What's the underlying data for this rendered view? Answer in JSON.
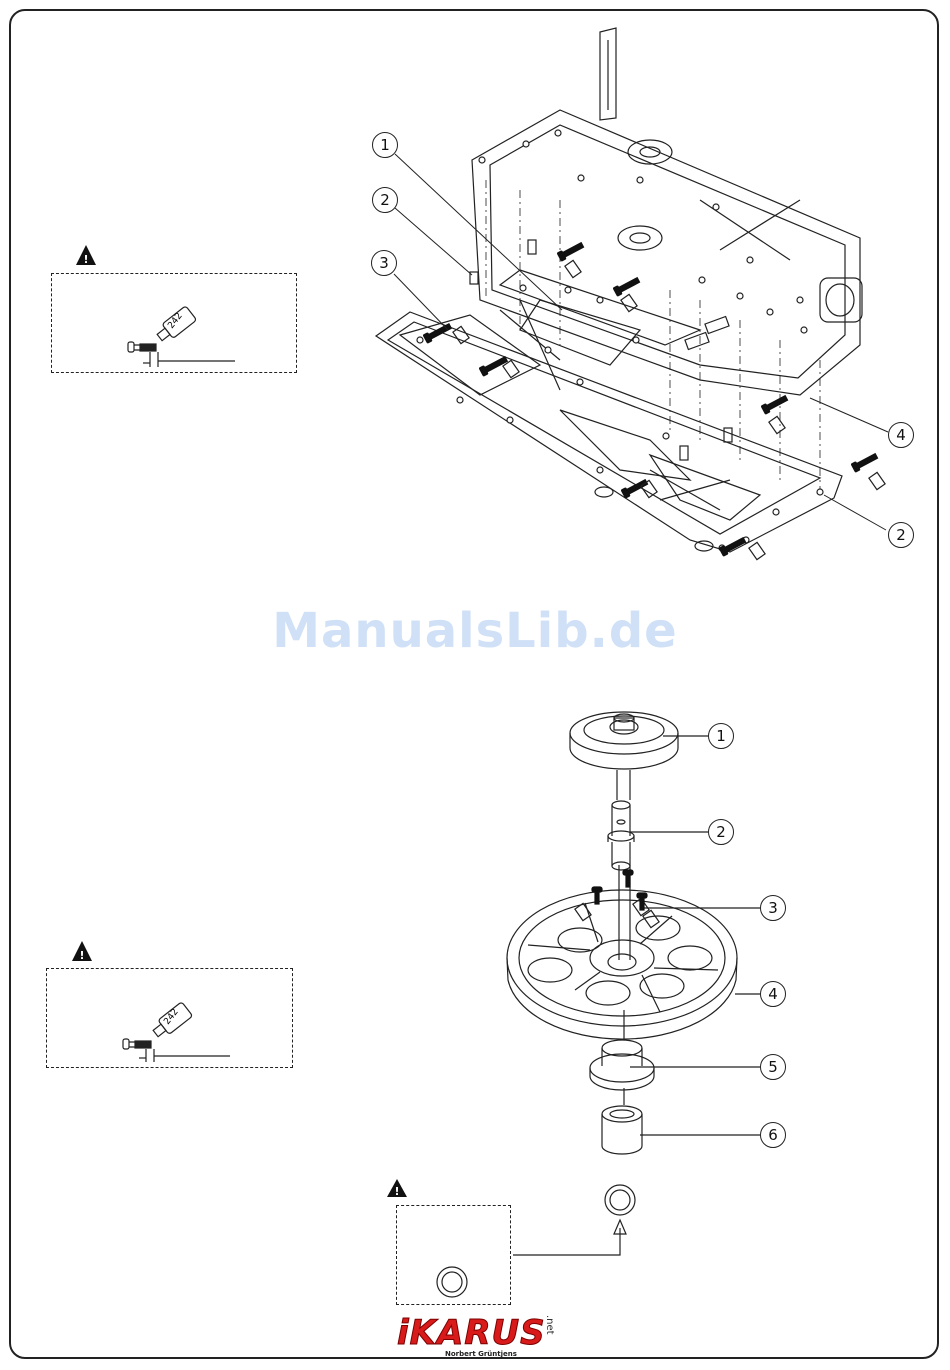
{
  "watermark": "ManualsLib.de",
  "top_section": {
    "callouts": [
      "1",
      "2",
      "3",
      "4",
      "2"
    ],
    "warning": {
      "glue_label": "242"
    }
  },
  "bottom_section": {
    "callouts": [
      "1",
      "2",
      "3",
      "4",
      "5",
      "6"
    ],
    "warning": {
      "glue_label": "242"
    }
  },
  "logo": {
    "brand": "iKARUS",
    "suffix": ".net",
    "sub": "Norbert Grüntjens",
    "color": "#d91a1a"
  }
}
